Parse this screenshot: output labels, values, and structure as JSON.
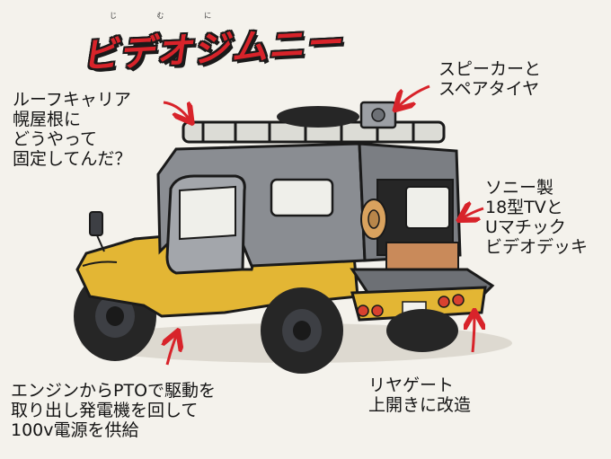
{
  "title": {
    "text": "ビデオジムニー",
    "ruby": "じ む に"
  },
  "annotations": {
    "roof_rack": "ルーフキャリア\n幌屋根に\nどうやって\n固定してんだ？",
    "speaker": "スピーカーと\nスペアタイヤ",
    "tv": "ソニー製\n18型TVと\nUマチック\nビデオデッキ",
    "engine_pto": "エンジンからPTOで駆動を\n取り出し発電機を回して\n100v電源を供給",
    "rear_gate": "リヤゲート\n上開きに改造"
  },
  "colors": {
    "background": "#f4f2ec",
    "title_red": "#d8232a",
    "arrow_red": "#d8232a",
    "body_yellow": "#e3b634",
    "canopy_gray": "#8a8d92",
    "tire": "#262626",
    "tail_light": "#d8412f"
  }
}
